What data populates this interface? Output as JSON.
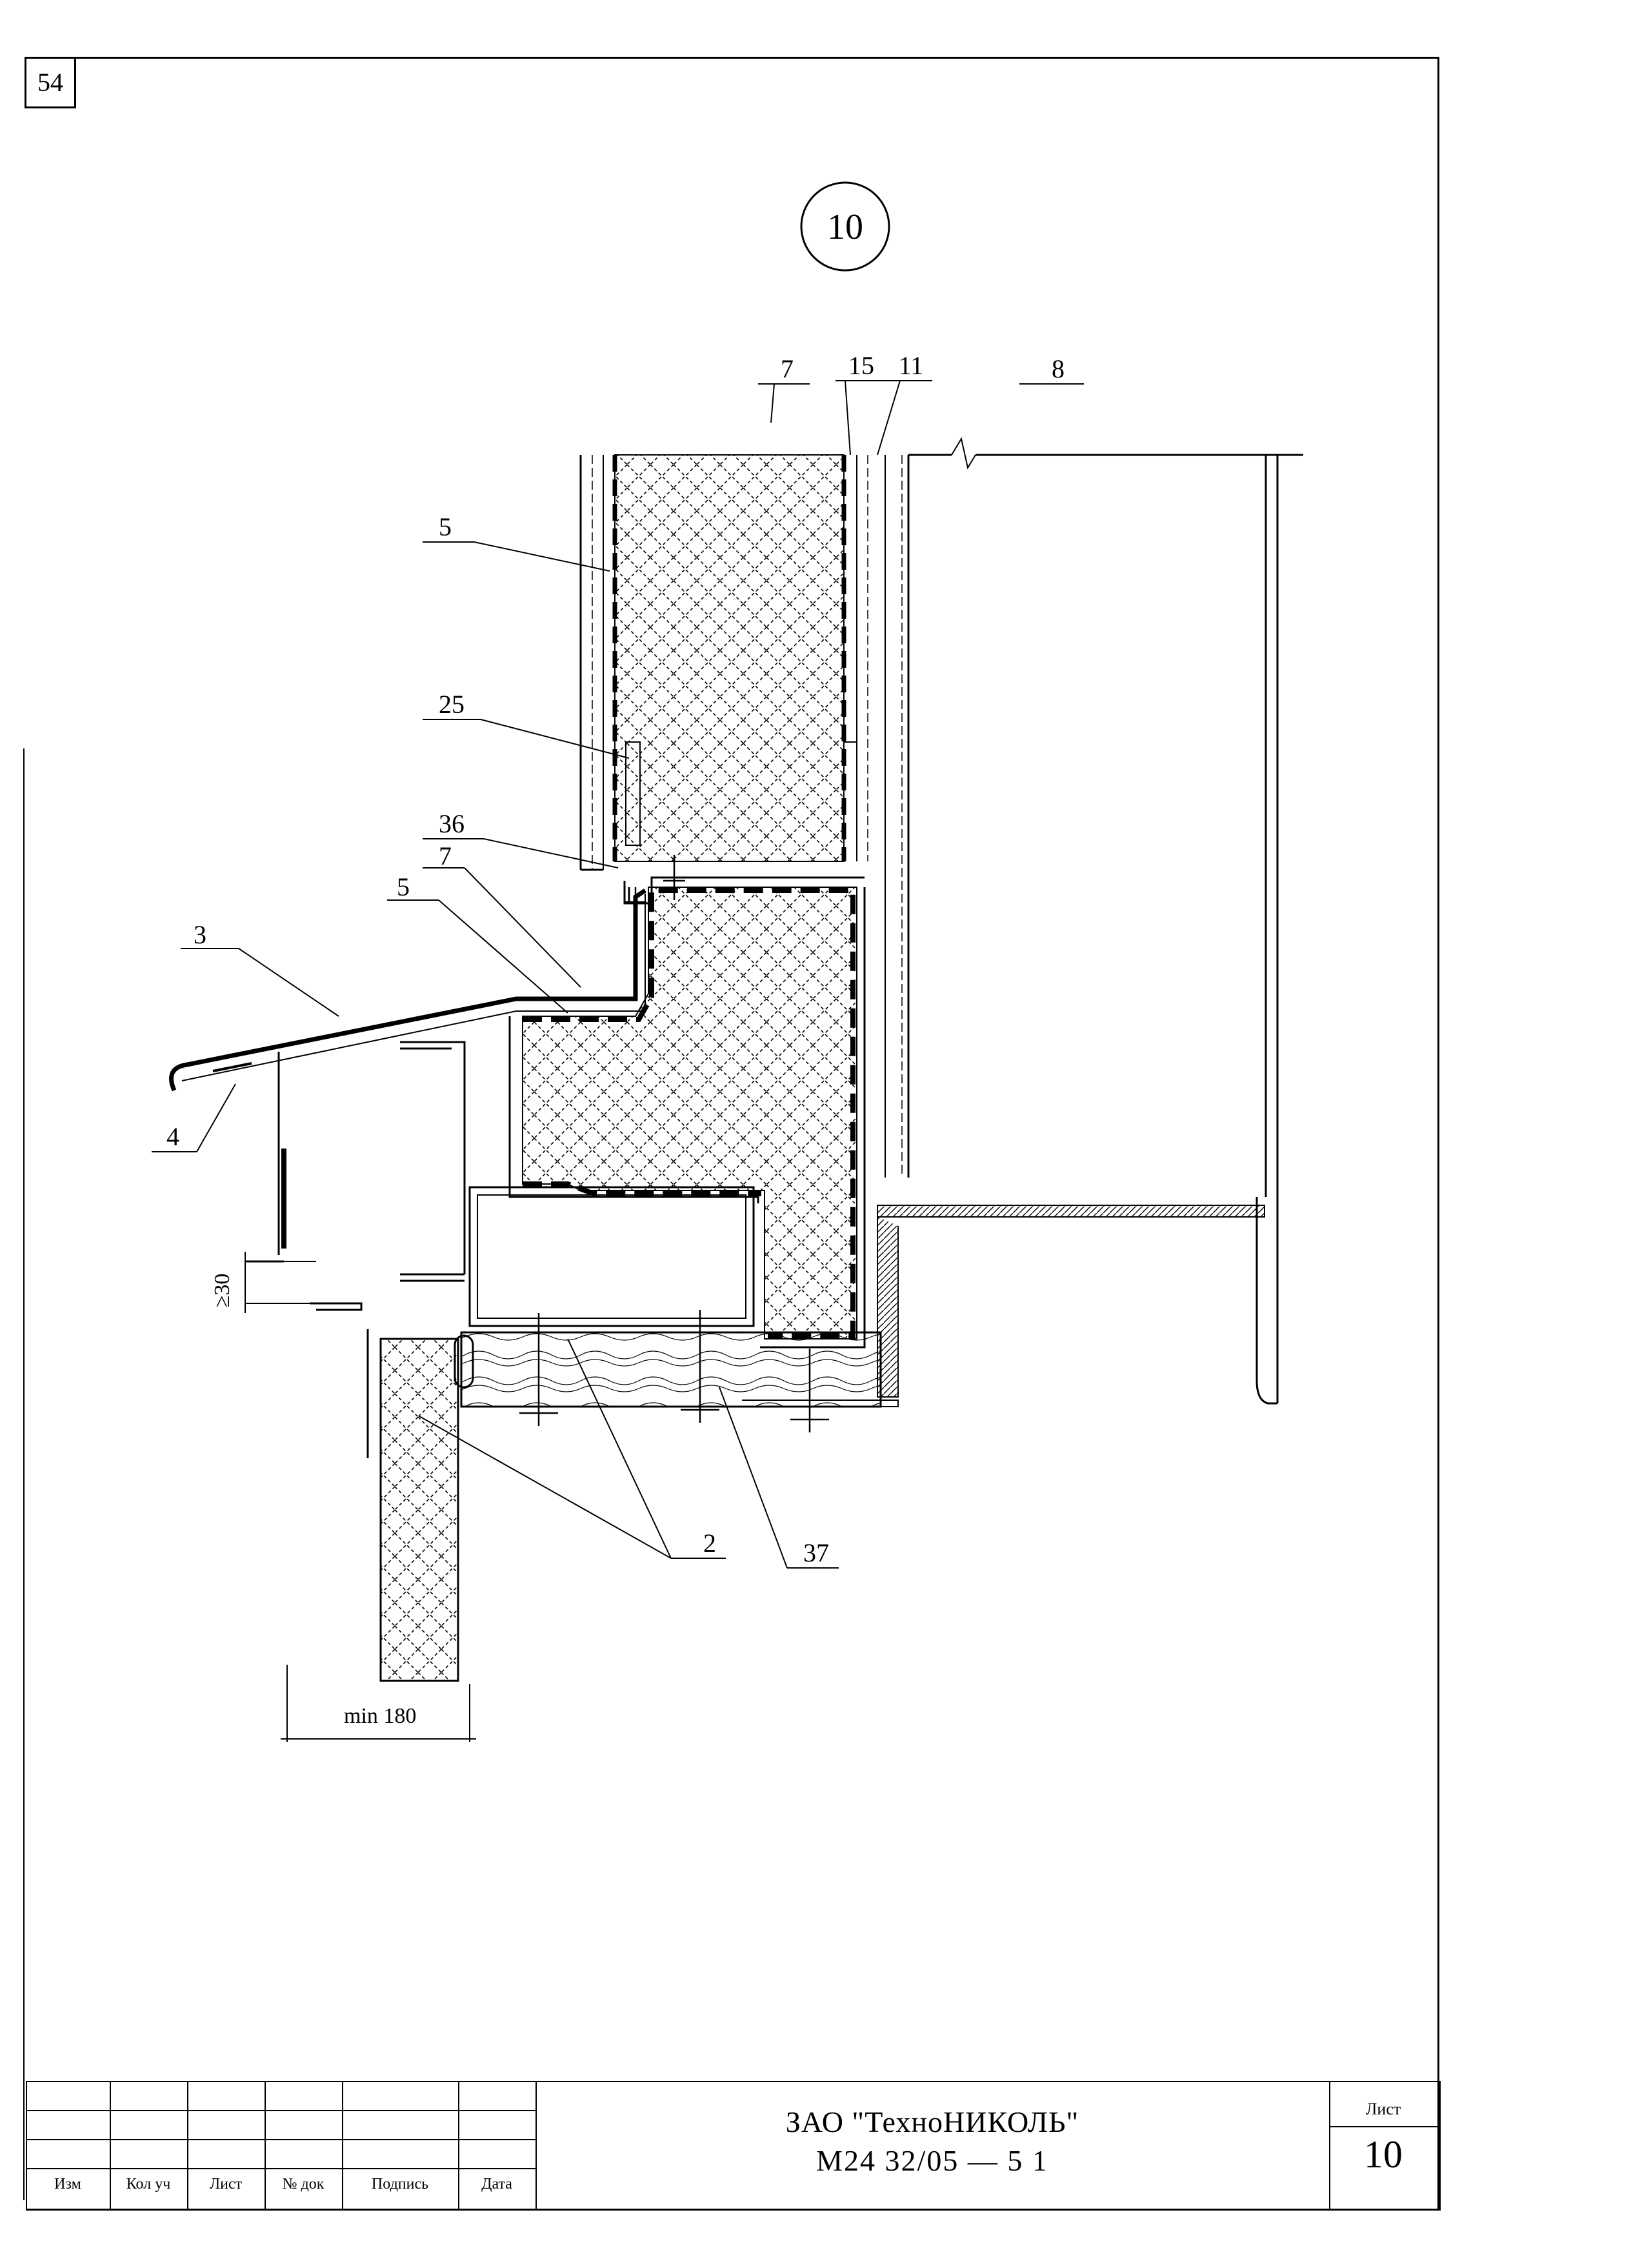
{
  "page_number": "54",
  "detail_number": "10",
  "callouts": [
    "7",
    "15",
    "11",
    "8",
    "5",
    "25",
    "36",
    "7",
    "5",
    "3",
    "4",
    "2",
    "37"
  ],
  "dimensions": {
    "gap": "≥30",
    "width": "min 180"
  },
  "title_block": {
    "headers": [
      "Изм",
      "Кол уч",
      "Лист",
      "№ док",
      "Подпись",
      "Дата"
    ],
    "organization": "ЗАО \"ТехноНИКОЛЬ\"",
    "document_code": "М24 32/05   — 5 1",
    "sheet_label": "Лист",
    "sheet_value": "10"
  }
}
